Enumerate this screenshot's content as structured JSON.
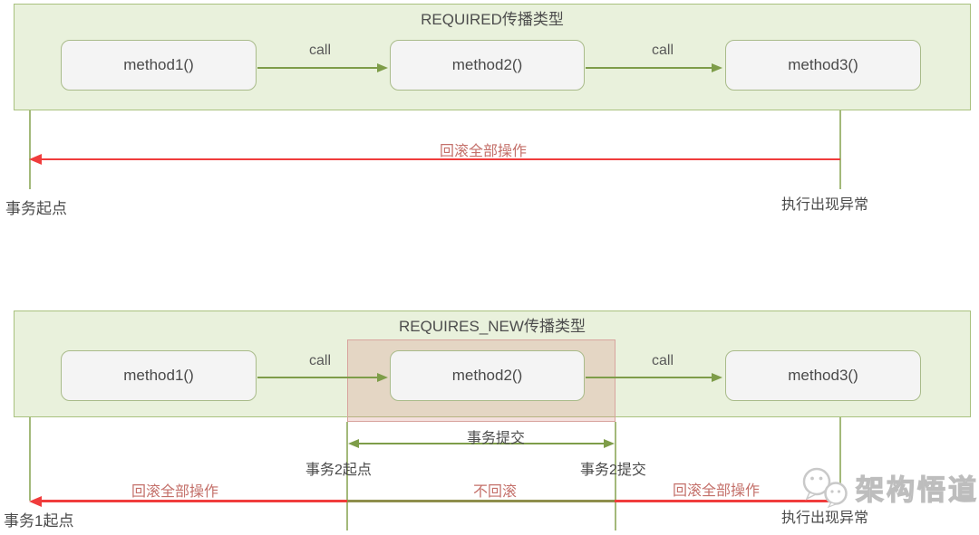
{
  "colors": {
    "band_fill": "#e9f1dc",
    "band_border": "#a9c17e",
    "method_box_fill": "#f4f4f4",
    "method_box_border": "#a9bb8a",
    "call_arrow_green": "#7e9d49",
    "timeline_line_green": "#a3b97a",
    "rollback_arrow_red": "#f03c3c",
    "no_rollback_line_olive": "#8e8e4c",
    "highlight_pink_fill": "#f0dcd8",
    "highlight_pink_border": "#d8a49e",
    "rollback_label_red": "#c4706a",
    "text_dark": "#4a4a4a",
    "watermark_gray": "#c9c9c9"
  },
  "diagram1": {
    "title": "REQUIRED传播类型",
    "methods": [
      "method1()",
      "method2()",
      "method3()"
    ],
    "call_labels": [
      "call",
      "call"
    ],
    "rollback_label": "回滚全部操作",
    "tx_start_label": "事务起点",
    "exception_label": "执行出现异常"
  },
  "diagram2": {
    "title": "REQUIRES_NEW传播类型",
    "methods": [
      "method1()",
      "method2()",
      "method3()"
    ],
    "call_labels": [
      "call",
      "call"
    ],
    "commit_arrow_label": "事务提交",
    "tx2_start_label": "事务2起点",
    "tx2_commit_label": "事务2提交",
    "rollback_left_label": "回滚全部操作",
    "no_rollback_label": "不回滚",
    "rollback_right_label": "回滚全部操作",
    "tx1_start_label": "事务1起点",
    "exception_label": "执行出现异常"
  },
  "watermark": {
    "text": "架构悟道",
    "icon": "wechat-logo-icon"
  }
}
